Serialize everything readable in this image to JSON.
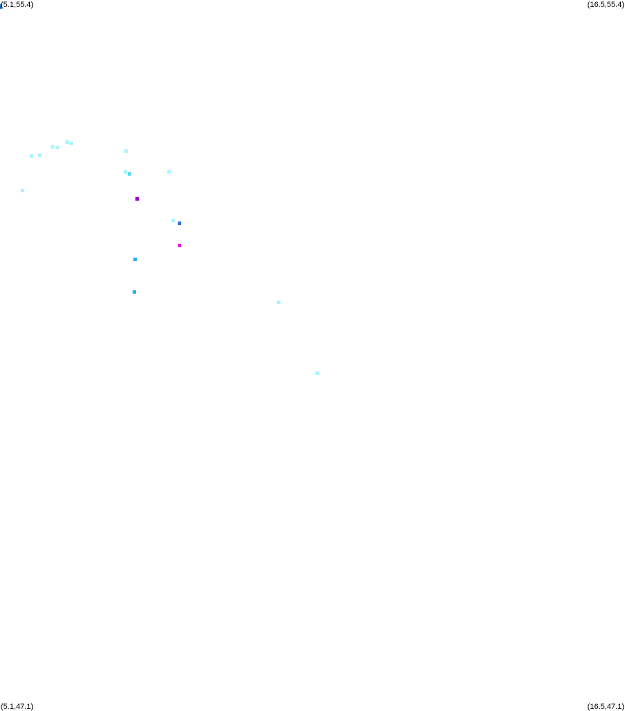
{
  "corners": {
    "top_left": "(5.1,55.4)",
    "top_right": "(16.5,55.4)",
    "bottom_left": "(5.1,47.1)",
    "bottom_right": "(16.5,47.1)"
  },
  "bounds": {
    "lon_min": 5.1,
    "lon_max": 16.5,
    "lat_min": 47.1,
    "lat_max": 55.4
  },
  "colors": {
    "background": "#ffffff",
    "text": "#000000",
    "light_cyan": "#a8f4ff",
    "cyan": "#5cd6f2",
    "sky_blue": "#22b4f0",
    "blue": "#2a74d0",
    "purple": "#a000c8",
    "magenta": "#e81ce0"
  },
  "points": [
    {
      "lon": 5.67,
      "lat": 53.57,
      "color": "light_cyan"
    },
    {
      "lon": 5.83,
      "lat": 53.58,
      "color": "light_cyan"
    },
    {
      "lon": 6.06,
      "lat": 53.68,
      "color": "light_cyan"
    },
    {
      "lon": 6.14,
      "lat": 53.67,
      "color": "light_cyan"
    },
    {
      "lon": 7.4,
      "lat": 53.63,
      "color": "light_cyan"
    },
    {
      "lon": 6.32,
      "lat": 53.74,
      "color": "light_cyan"
    },
    {
      "lon": 6.4,
      "lat": 53.72,
      "color": "light_cyan"
    },
    {
      "lon": 7.39,
      "lat": 53.39,
      "color": "light_cyan"
    },
    {
      "lon": 7.46,
      "lat": 53.36,
      "color": "cyan"
    },
    {
      "lon": 8.18,
      "lat": 53.39,
      "color": "light_cyan"
    },
    {
      "lon": 5.51,
      "lat": 53.17,
      "color": "light_cyan"
    },
    {
      "lon": 7.6,
      "lat": 53.07,
      "color": "purple"
    },
    {
      "lon": 8.26,
      "lat": 52.82,
      "color": "light_cyan"
    },
    {
      "lon": 8.37,
      "lat": 52.78,
      "color": "blue"
    },
    {
      "lon": 8.37,
      "lat": 52.52,
      "color": "magenta"
    },
    {
      "lon": 7.56,
      "lat": 52.36,
      "color": "sky_blue"
    },
    {
      "lon": 7.55,
      "lat": 51.98,
      "color": "sky_blue"
    },
    {
      "lon": 10.19,
      "lat": 51.86,
      "color": "light_cyan"
    },
    {
      "lon": 10.89,
      "lat": 51.03,
      "color": "light_cyan"
    }
  ]
}
